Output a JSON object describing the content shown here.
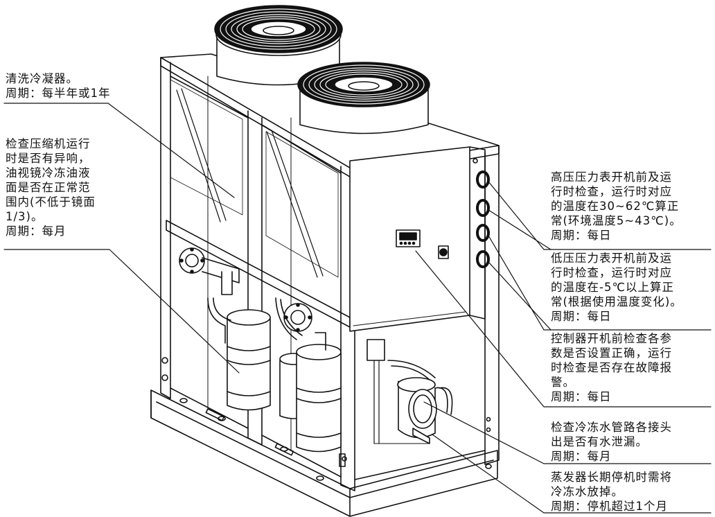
{
  "notes": {
    "clean_condenser": {
      "text": "清洗冷凝器。",
      "period": "周期：每半年或1年"
    },
    "compressor_check": {
      "lines": [
        "检查压缩机运行",
        "时是否有异响，",
        "油视镜冷冻油液",
        "面是否在正常范",
        "围内(不低于镜面",
        "1/3)。"
      ],
      "period": "周期：每月"
    },
    "high_pressure_gauge": {
      "lines": [
        "高压压力表开机前及运",
        "行时检查，运行时对应",
        "的温度在30~62℃算正",
        "常(环境温度5~43℃)。"
      ],
      "period": "周期：每日"
    },
    "low_pressure_gauge": {
      "lines": [
        "低压压力表开机前及运",
        "行时检查，运行时对应",
        "的温度在-5℃以上算正",
        "常(根据使用温度变化)。"
      ],
      "period": "周期：每日"
    },
    "controller_check": {
      "lines": [
        "控制器开机前检查各参",
        "数是否设置正确，运行",
        "时检查是否存在故障报",
        "警。"
      ],
      "period": "周期：每日"
    },
    "chilled_water_pipe": {
      "lines": [
        "检查冷冻水管路各接头",
        "出是否有水泄漏。"
      ],
      "period": "周期：每月"
    },
    "evaporator_drain": {
      "lines": [
        "蒸发器长期停机时需将",
        "冷冻水放掉。"
      ],
      "period": "周期：停机超过1个月"
    }
  }
}
